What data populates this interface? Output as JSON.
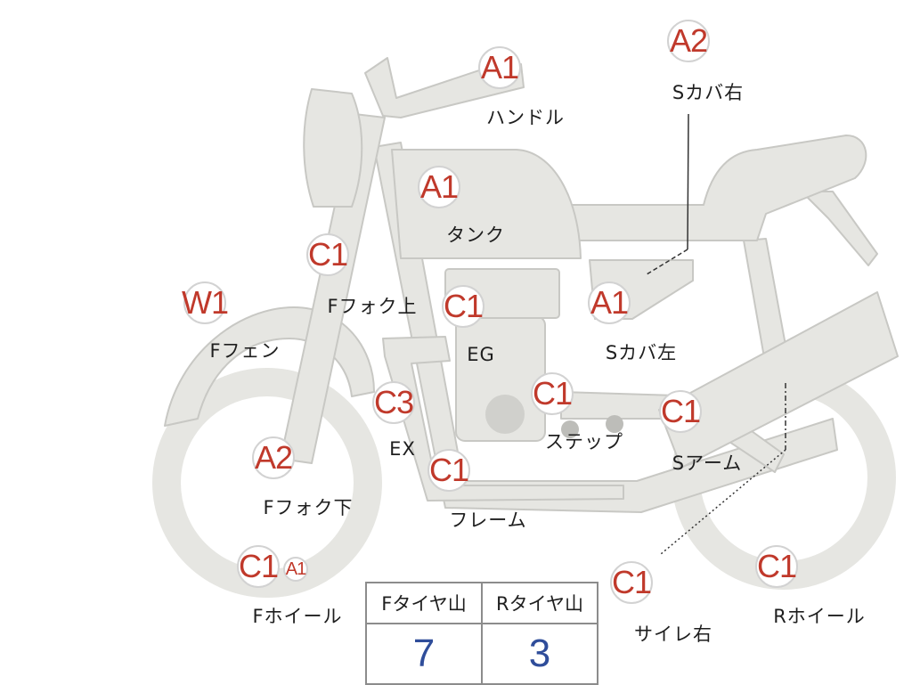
{
  "colors": {
    "part_fill": "#e6e6e2",
    "part_stroke": "#c8c8c4",
    "condition_text": "#c0392b",
    "tire_value": "#2f4d9a"
  },
  "parts": {
    "handle": {
      "code": "A1",
      "name": "ハンドル"
    },
    "side_cover_r": {
      "code": "A2",
      "name": "Sカバ右"
    },
    "tank": {
      "code": "A1",
      "name": "タンク"
    },
    "fork_upper": {
      "code": "C1",
      "name": "Fフォク上"
    },
    "front_fender": {
      "code": "W1",
      "name": "Fフェン"
    },
    "engine": {
      "code": "C1",
      "name": "EG"
    },
    "side_cover_l": {
      "code": "A1",
      "name": "Sカバ左"
    },
    "exhaust": {
      "code": "C3",
      "name": "EX"
    },
    "step": {
      "code": "C1",
      "name": "ステップ"
    },
    "swing_arm": {
      "code": "C1",
      "name": "Sアーム"
    },
    "fork_lower": {
      "code": "A2",
      "name": "Fフォク下"
    },
    "frame": {
      "code": "C1",
      "name": "フレーム"
    },
    "front_wheel": {
      "code": "C1",
      "code2": "A1",
      "name": "Fホイール"
    },
    "muffler_r": {
      "code": "C1",
      "name": "サイレ右"
    },
    "rear_wheel": {
      "code": "C1",
      "name": "Rホイール"
    }
  },
  "tire_table": {
    "front_label": "Fタイヤ山",
    "rear_label": "Rタイヤ山",
    "front_value": "7",
    "rear_value": "3"
  }
}
